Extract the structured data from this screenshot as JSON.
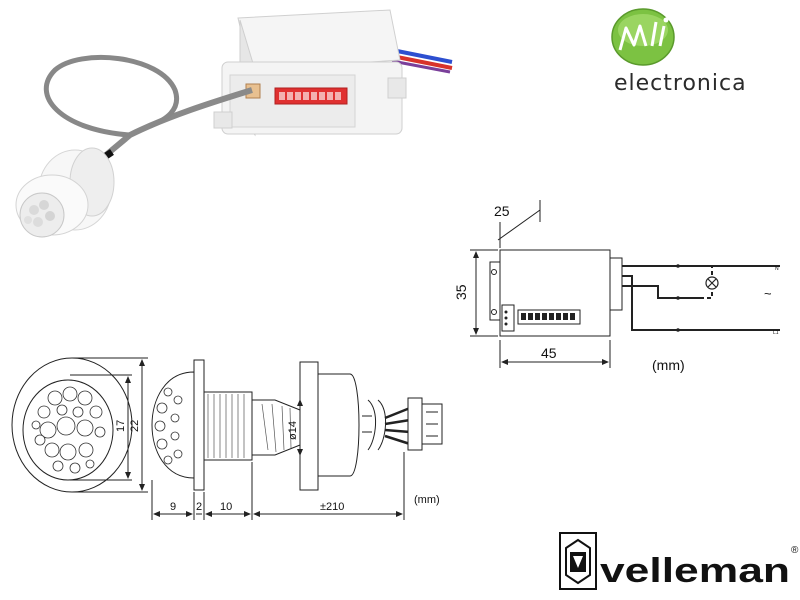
{
  "brand": {
    "name": "electronica",
    "manufacturer": "velleman",
    "registered": "®"
  },
  "module_drawing": {
    "width_label": "45",
    "height_label": "35",
    "depth_label": "25",
    "unit_label": "(mm)",
    "terminal_n": "N",
    "terminal_l": "L1",
    "ac_symbol": "~"
  },
  "sensor_drawing": {
    "dia_outer": "22",
    "dia_inner": "17",
    "dia_thread": "ø14",
    "len_dome": "9",
    "len_flange": "2",
    "len_thread": "10",
    "len_cable": "±210",
    "unit_label": "(mm)"
  },
  "colors": {
    "brand_green": "#7cc242",
    "wire_blue": "#2d4fd0",
    "wire_red": "#d8332b",
    "dip_red": "#e03030",
    "line": "#222222"
  }
}
